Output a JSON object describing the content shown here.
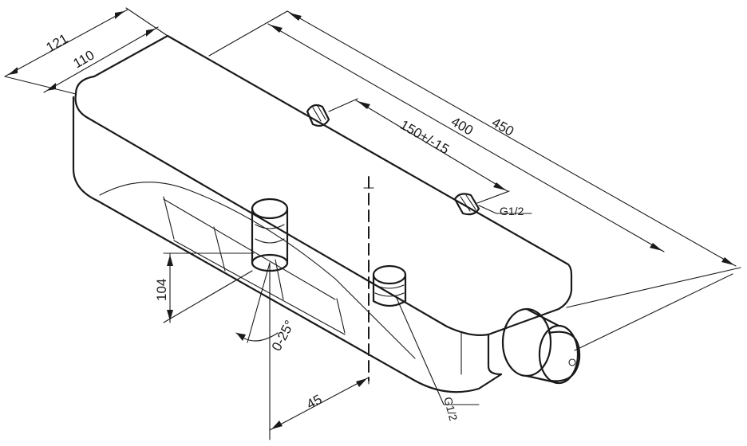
{
  "dimensions": {
    "width_outer": "121",
    "width_inner": "110",
    "length_total": "450",
    "length_body": "400",
    "inlet_spacing": "150+/-15",
    "height": "104",
    "offset": "45",
    "angle": "0-25°"
  },
  "threads": {
    "rear_inlet": "G1/2",
    "front_outlet": "G1/2"
  }
}
